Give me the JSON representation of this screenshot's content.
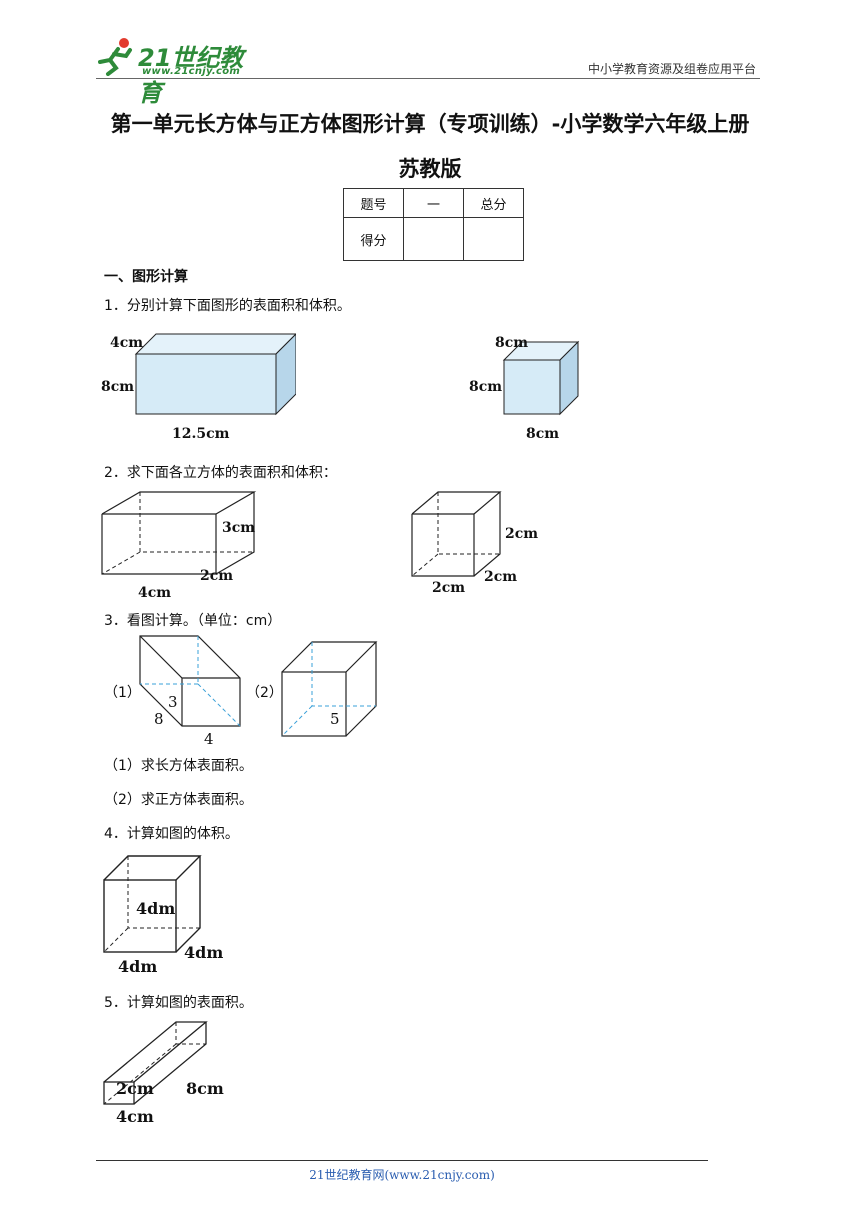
{
  "header": {
    "logo_text": "21世纪教育",
    "logo_url": "www.21cnjy.com",
    "right_text": "中小学教育资源及组卷应用平台"
  },
  "title": {
    "line1": "第一单元长方体与正方体图形计算（专项训练）-小学数学六年级上册",
    "line2": "苏教版"
  },
  "score_table": {
    "row1": [
      "题号",
      "一",
      "总分"
    ],
    "row2": [
      "得分",
      "",
      ""
    ]
  },
  "section1": {
    "heading": "一、图形计算"
  },
  "q1": {
    "text": "1．分别计算下面图形的表面积和体积。",
    "fig_a": {
      "depth": "4cm",
      "height": "8cm",
      "length": "12.5cm"
    },
    "fig_b": {
      "depth": "8cm",
      "height": "8cm",
      "length": "8cm"
    }
  },
  "q2": {
    "text": "2．求下面各立方体的表面积和体积：",
    "fig_a": {
      "height": "3cm",
      "width": "2cm",
      "length": "4cm"
    },
    "fig_b": {
      "height": "2cm",
      "width": "2cm",
      "length": "2cm"
    }
  },
  "q3": {
    "text": "3．看图计算。（单位：cm）",
    "label1": "（1）",
    "label2": "（2）",
    "fig1": {
      "a": "3",
      "b": "8",
      "c": "4"
    },
    "fig2": {
      "a": "5"
    },
    "sub1": "（1）求长方体表面积。",
    "sub2": "（2）求正方体表面积。"
  },
  "q4": {
    "text": "4．计算如图的体积。",
    "fig": {
      "height": "4dm",
      "depth": "4dm",
      "length": "4dm"
    }
  },
  "q5": {
    "text": "5．计算如图的表面积。",
    "fig": {
      "height": "2cm",
      "depth": "8cm",
      "width": "4cm"
    }
  },
  "footer": {
    "text": "21世纪教育网(www.21cnjy.com)"
  },
  "colors": {
    "box_fill": "#d6ebf7",
    "box_side": "#b7d6ea",
    "dash_blue": "#3aa0d8",
    "logo_green": "#2e8b3a",
    "footer_blue": "#2a5db0"
  }
}
